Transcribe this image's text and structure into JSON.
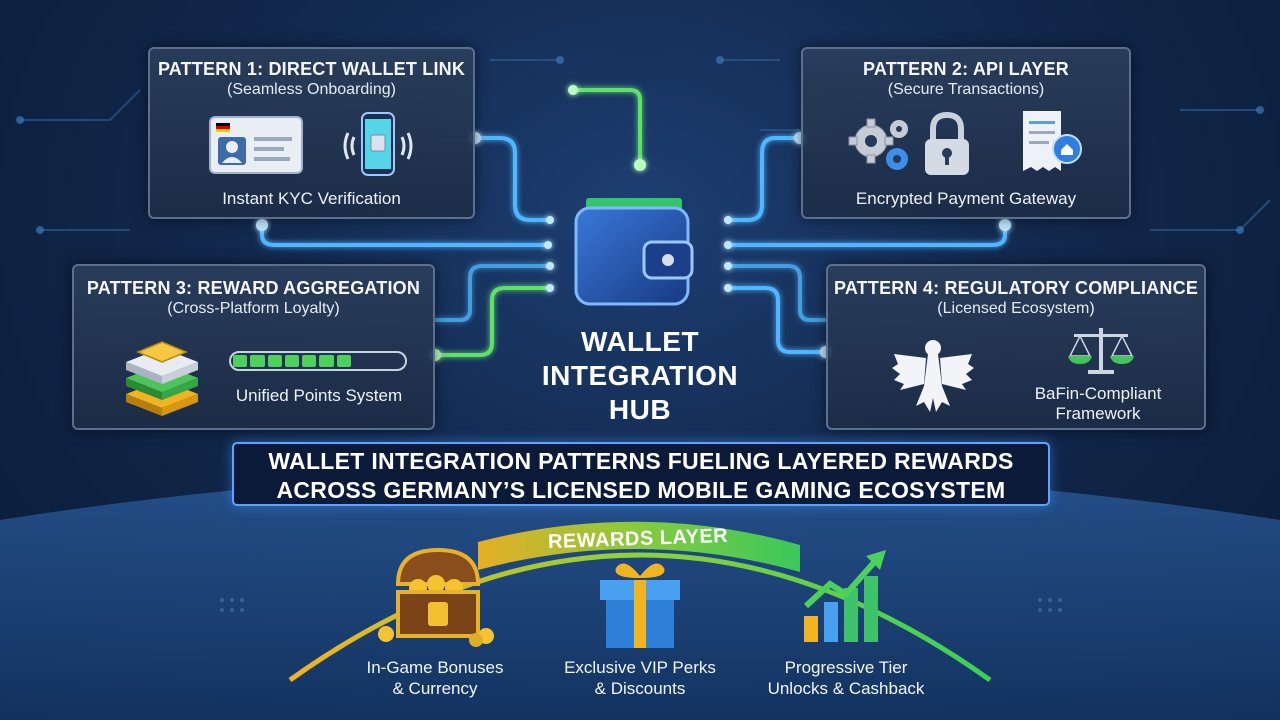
{
  "panels": {
    "p1": {
      "title": "PATTERN 1: DIRECT WALLET LINK",
      "subtitle": "(Seamless Onboarding)",
      "caption": "Instant KYC Verification"
    },
    "p2": {
      "title": "PATTERN 2: API LAYER",
      "subtitle": "(Secure Transactions)",
      "caption": "Encrypted Payment Gateway"
    },
    "p3": {
      "title": "PATTERN 3: REWARD AGGREGATION",
      "subtitle": "(Cross-Platform Loyalty)",
      "caption": "Unified Points System"
    },
    "p4": {
      "title": "PATTERN 4: REGULATORY COMPLIANCE",
      "subtitle": "(Licensed Ecosystem)",
      "caption_line1": "BaFin-Compliant",
      "caption_line2": "Framework"
    }
  },
  "hub": {
    "line1": "WALLET",
    "line2": "INTEGRATION",
    "line3": "HUB"
  },
  "banner": {
    "line1": "WALLET INTEGRATION PATTERNS FUELING LAYERED REWARDS",
    "line2": "ACROSS GERMANY’S LICENSED MOBILE GAMING ECOSYSTEM"
  },
  "rewards": {
    "layer_label": "REWARDS LAYER",
    "items": [
      {
        "line1": "In-Game Bonuses",
        "line2": "& Currency",
        "icon": "treasure-chest-icon"
      },
      {
        "line1": "Exclusive VIP Perks",
        "line2": "& Discounts",
        "icon": "gift-box-icon"
      },
      {
        "line1": "Progressive Tier",
        "line2": "Unlocks & Cashback",
        "icon": "growth-chart-icon"
      }
    ]
  },
  "progress": {
    "filled_segments": 7,
    "total_segments": 10
  },
  "colors": {
    "wire_blue": "#4fb6ff",
    "wire_green": "#5ee06a",
    "accent": "#5aa3ff",
    "gold": "#f2b320"
  }
}
